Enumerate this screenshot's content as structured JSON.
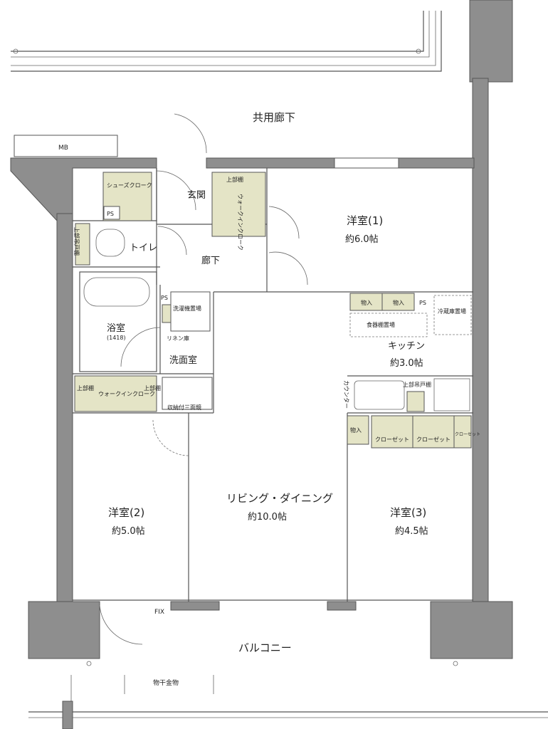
{
  "rooms": {
    "common_corridor": "共用廊下",
    "mb": "MB",
    "entrance": "玄関",
    "shoes_cloak": "シューズクローク",
    "ps": "PS",
    "toilet": "トイレ",
    "upper_hanging_shelf": "上部吊戸棚",
    "corridor": "廊下",
    "upper_shelf": "上部棚",
    "walkin_cloak": "ウォークインクローク",
    "bath": "浴室",
    "bath_size": "(1418)",
    "washer_space": "洗濯機置場",
    "linen": "リネン庫",
    "washroom": "洗面室",
    "vanity": "収納付三面鏡",
    "western1": "洋室(1)",
    "western1_size": "約6.0帖",
    "storage": "物入",
    "dish_shelf": "食器棚置場",
    "fridge": "冷蔵庫置場",
    "kitchen": "キッチン",
    "kitchen_size": "約3.0帖",
    "counter": "カウンター",
    "kitchen_upper": "上部吊戸棚",
    "closet": "クローゼット",
    "living": "リビング・ダイニング",
    "living_size": "約10.0帖",
    "western2": "洋室(2)",
    "western2_size": "約5.0帖",
    "western3": "洋室(3)",
    "western3_size": "約4.5帖",
    "fix": "FIX",
    "balcony": "バルコニー",
    "drying_hardware": "物干金物"
  },
  "colors": {
    "wall": "#8e8e8e",
    "storage": "#e4e4c6"
  }
}
